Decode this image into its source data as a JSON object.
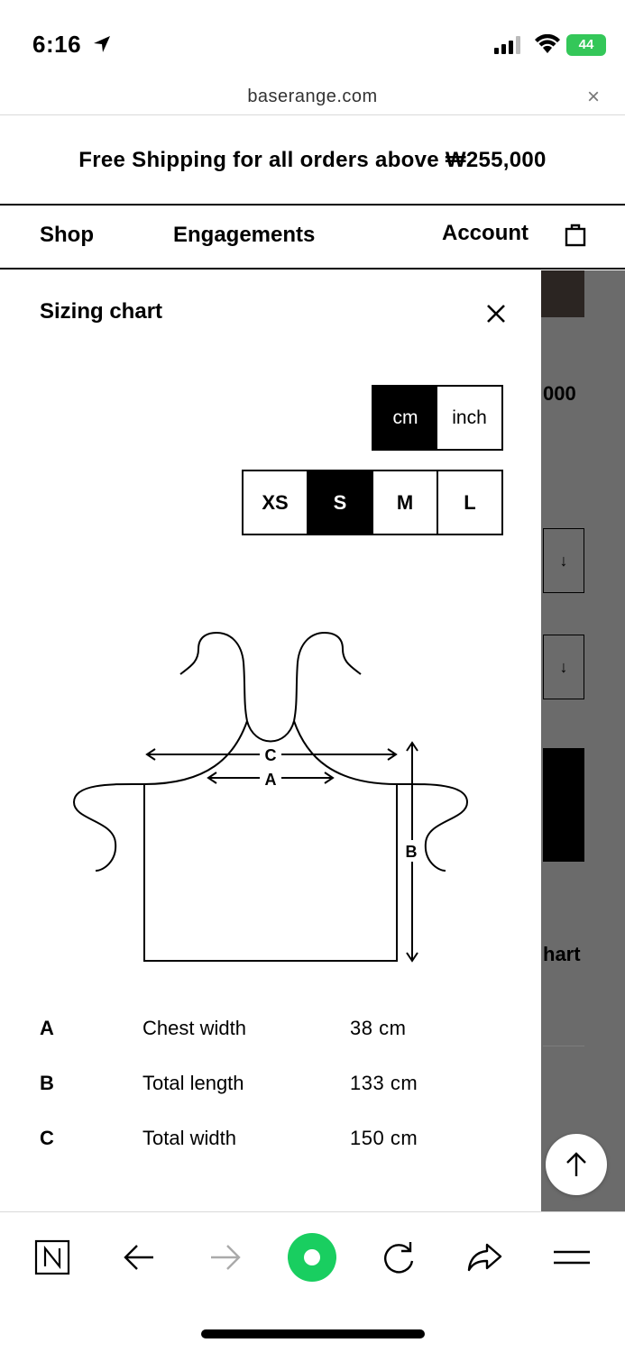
{
  "status": {
    "time": "6:16",
    "battery": "44"
  },
  "browser": {
    "url": "baserange.com",
    "close": "×"
  },
  "banner": {
    "text": "Free Shipping for all orders above ₩255,000"
  },
  "nav": {
    "shop": "Shop",
    "engagements": "Engagements",
    "account": "Account"
  },
  "background_page": {
    "price_fragment": "000",
    "chart_fragment": "hart",
    "arrow": "↓"
  },
  "sizing": {
    "title": "Sizing chart",
    "units": [
      {
        "label": "cm",
        "active": true
      },
      {
        "label": "inch",
        "active": false
      }
    ],
    "sizes": [
      {
        "label": "XS",
        "active": false
      },
      {
        "label": "S",
        "active": true
      },
      {
        "label": "M",
        "active": false
      },
      {
        "label": "L",
        "active": false
      }
    ],
    "diagram_labels": {
      "a": "A",
      "b": "B",
      "c": "C"
    },
    "measurements": [
      {
        "letter": "A",
        "label": "Chest width",
        "value": "38 cm"
      },
      {
        "letter": "B",
        "label": "Total length",
        "value": "133 cm"
      },
      {
        "letter": "C",
        "label": "Total width",
        "value": "150 cm"
      }
    ]
  },
  "icons": {
    "location": "location-arrow-icon",
    "signal": "signal-bars-icon",
    "wifi": "wifi-icon",
    "bag": "shopping-bag-icon",
    "close": "close-icon",
    "scroll_top": "arrow-up-icon",
    "toolbar": [
      "naver-logo-icon",
      "back-arrow-icon",
      "forward-arrow-icon",
      "green-dot-icon",
      "reload-icon",
      "share-icon",
      "menu-icon"
    ]
  },
  "colors": {
    "accent_green": "#19ce60",
    "battery_green": "#34c759",
    "overlay_gray": "#6b6b6b"
  }
}
